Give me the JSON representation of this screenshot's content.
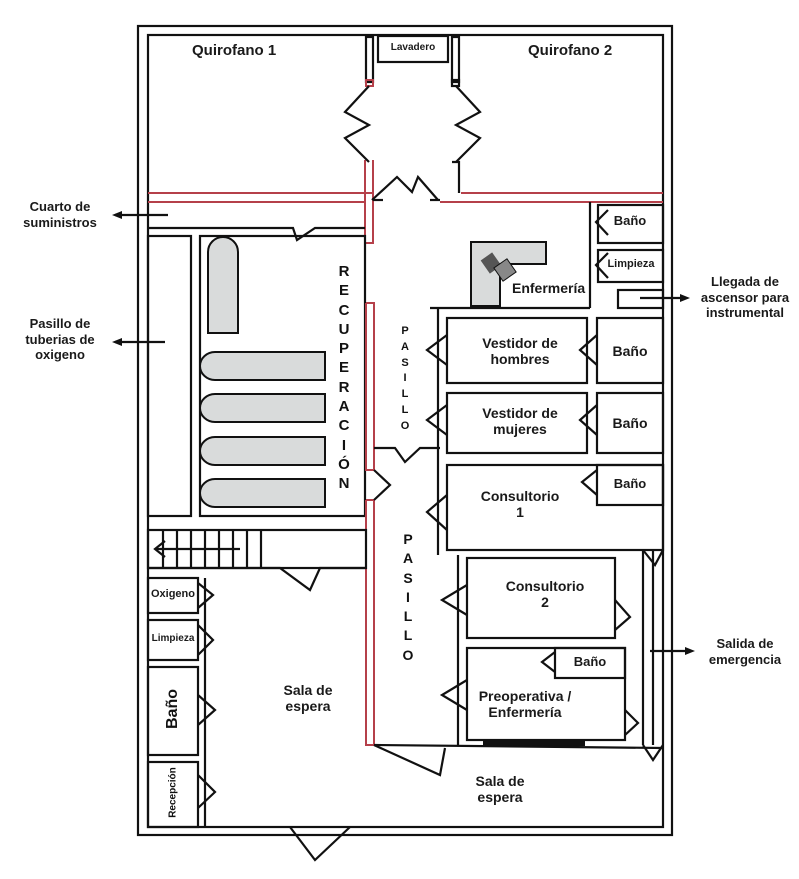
{
  "title": "Plano de quirófano",
  "colors": {
    "wall": "#111111",
    "sterile_wall": "#b5404a",
    "equipment": "#d9dbdb"
  },
  "rooms": {
    "quirofano_1": "Quirofano 1",
    "quirofano_2": "Quirofano 2",
    "lavadero": "Lavadero",
    "bano_top": "Baño",
    "limpieza_top": "Limpieza",
    "enfermeria": "Enfermería",
    "vestidor_hombres": "Vestidor de\nhombres",
    "bano_hombres": "Baño",
    "vestidor_mujeres": "Vestidor de\nmujeres",
    "bano_mujeres": "Baño",
    "consultorio_1": "Consultorio\n1",
    "bano_consultorio_1": "Baño",
    "consultorio_2": "Consultorio\n2",
    "bano_preop": "Baño",
    "preoperativa": "Preoperativa /\nEnfermería",
    "sala_espera_left": "Sala de\nespera",
    "sala_espera_bottom": "Sala de\nespera",
    "oxigeno": "Oxigeno",
    "limpieza_left": "Limpieza",
    "bano_left": "Baño",
    "recepcion": "Recepción"
  },
  "vertical_labels": {
    "recuperacion": [
      "R",
      "E",
      "C",
      "U",
      "P",
      "E",
      "R",
      "A",
      "C",
      "I",
      "Ó",
      "N"
    ],
    "pasillo_upper": [
      "P",
      "A",
      "S",
      "I",
      "L",
      "L",
      "O"
    ],
    "pasillo_lower": [
      "P",
      "A",
      "S",
      "I",
      "L",
      "L",
      "O"
    ]
  },
  "external": {
    "cuarto_suministros": "Cuarto de\nsuministros",
    "pasillo_oxigeno": "Pasillo de\ntuberias de\noxigeno",
    "ascensor": "Llegada de\nascensor para\ninstrumental",
    "salida_emergencia": "Salida de\nemergencia"
  }
}
